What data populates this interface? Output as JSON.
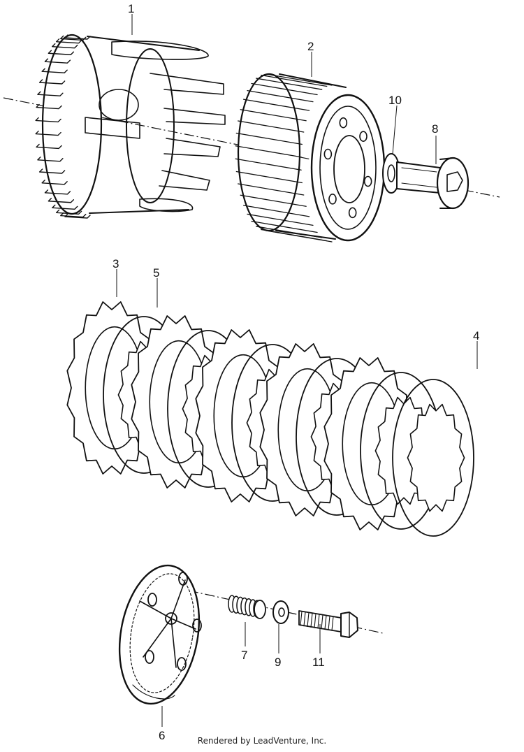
{
  "callouts": [
    "1",
    "2",
    "3",
    "4",
    "5",
    "6",
    "7",
    "8",
    "9",
    "10",
    "11"
  ],
  "footer": "Rendered by LeadVenture, Inc.",
  "parts": [
    {
      "ref": "1",
      "icon": "clutch-outer-housing-icon"
    },
    {
      "ref": "2",
      "icon": "clutch-center-hub-icon"
    },
    {
      "ref": "3",
      "icon": "clutch-plate-icon"
    },
    {
      "ref": "4",
      "icon": "friction-disc-icon"
    },
    {
      "ref": "5",
      "icon": "friction-disc-icon"
    },
    {
      "ref": "6",
      "icon": "pressure-plate-icon"
    },
    {
      "ref": "7",
      "icon": "clutch-spring-icon"
    },
    {
      "ref": "8",
      "icon": "clutch-bolt-icon"
    },
    {
      "ref": "9",
      "icon": "washer-icon"
    },
    {
      "ref": "10",
      "icon": "washer-icon"
    },
    {
      "ref": "11",
      "icon": "bolt-icon"
    }
  ]
}
